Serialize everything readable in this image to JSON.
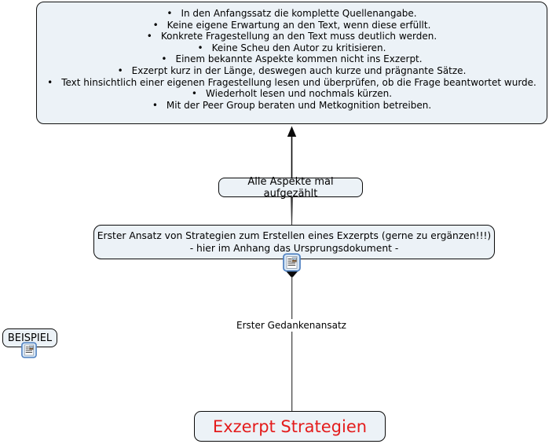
{
  "diagram": {
    "notes_box": {
      "items": [
        "In den Anfangssatz die komplette Quellenangabe.",
        "Keine eigene Erwartung an den Text, wenn diese erfüllt.",
        "Konkrete Fragestellung an den Text muss deutlich werden.",
        "Keine Scheu den Autor zu kritisieren.",
        "Einem bekannte Aspekte kommen nicht ins Exzerpt.",
        "Exzerpt kurz in der Länge, deswegen auch kurze und prägnante Sätze.",
        "Text hinsichtlich einer eigenen Fragestellung lesen und überprüfen, ob die Frage beantwortet wurde.",
        "Wiederholt lesen und nochmals kürzen.",
        "Mit der Peer Group beraten und Metkognition betreiben."
      ]
    },
    "nodes": {
      "alle_aspekte": {
        "label": "Alle Aspekte mal aufgezählt"
      },
      "erster_ansatz": {
        "line1": "Erster Ansatz von Strategien zum Erstellen eines Exzerpts (gerne zu ergänzen!!!)",
        "line2": "- hier im Anhang das Ursprungsdokument -"
      },
      "beispiel": {
        "label": "BEISPIEL"
      },
      "root": {
        "label": "Exzerpt Strategien"
      }
    },
    "edge_label": "Erster Gedankenansatz",
    "icons": {
      "attachment": "document-attachment-icon"
    },
    "colors": {
      "node_fill": "#ecf2f7",
      "node_border": "#0a0a0a",
      "root_text": "#e41c1c",
      "edge_line": "#2a2a2a"
    }
  }
}
